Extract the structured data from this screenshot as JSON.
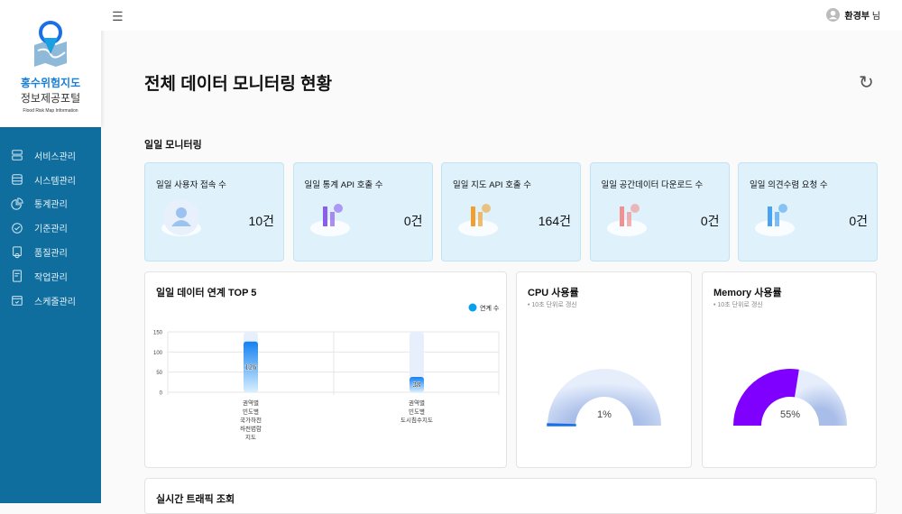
{
  "logo": {
    "line1": "홍수위험지도",
    "line2": "정보제공포털",
    "line3": "Flood Risk Map Information"
  },
  "sidebar": {
    "items": [
      {
        "label": "서비스관리",
        "icon": "server-icon"
      },
      {
        "label": "시스템관리",
        "icon": "database-icon"
      },
      {
        "label": "통계관리",
        "icon": "pie-chart-icon"
      },
      {
        "label": "기준관리",
        "icon": "badge-check-icon"
      },
      {
        "label": "품질관리",
        "icon": "certificate-icon"
      },
      {
        "label": "작업관리",
        "icon": "clipboard-icon"
      },
      {
        "label": "스케줄관리",
        "icon": "calendar-icon"
      }
    ]
  },
  "header": {
    "user": "환경부",
    "suffix": "님"
  },
  "page": {
    "title": "전체 데이터 모니터링 현황",
    "section": "일일 모니터링",
    "traffic_title": "실시간 트래픽 조회"
  },
  "kpis": [
    {
      "label": "일일 사용자 접속 수",
      "value": "10건"
    },
    {
      "label": "일일 통계 API 호출 수",
      "value": "0건"
    },
    {
      "label": "일일 지도 API 호출 수",
      "value": "164건"
    },
    {
      "label": "일일 공간데이터 다운로드 수",
      "value": "0건"
    },
    {
      "label": "일일 의견수렴 요청 수",
      "value": "0건"
    }
  ],
  "chart_data": {
    "type": "bar",
    "title": "일일 데이터 연계 TOP 5",
    "legend": "연계 수",
    "ylim": [
      0,
      150
    ],
    "yticks": [
      "0",
      "50",
      "100",
      "150"
    ],
    "categories": [
      [
        "권역별",
        "빈도별",
        "국가하천",
        "하천범람",
        "지도"
      ],
      [
        "권역별",
        "빈도별",
        "도시침수지도"
      ]
    ],
    "values": [
      126,
      38
    ],
    "labels": [
      "126",
      "38"
    ]
  },
  "cpu": {
    "title": "CPU 사용률",
    "sub": "• 10초 단위로 갱신",
    "percent": 1,
    "label": "1%",
    "color": "#1a6fe8"
  },
  "memory": {
    "title": "Memory 사용률",
    "sub": "• 10초 단위로 갱신",
    "percent": 55,
    "label": "55%",
    "color": "#7f00ff"
  }
}
